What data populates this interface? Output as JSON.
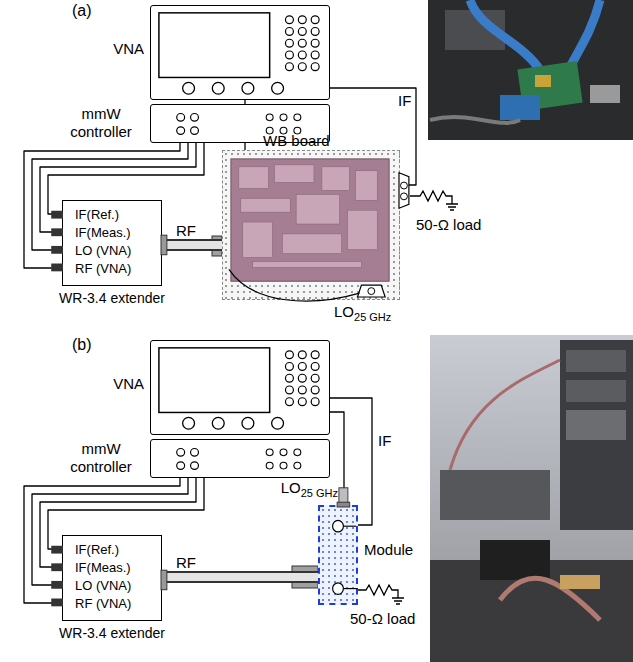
{
  "diagram": {
    "nodes": [
      {
        "text": [
          "VNA"
        ]
      },
      {
        "text": [
          "mmW controller"
        ]
      },
      {
        "text": [
          "IF(Ref.)",
          "IF(Meas.)",
          "LO (VNA)",
          "RF (VNA)",
          "WR-3.4 extender"
        ]
      },
      {
        "text": [
          "WB board"
        ]
      },
      {
        "text": [
          "VNA"
        ]
      },
      {
        "text": [
          "mmW controller"
        ]
      },
      {
        "text": [
          "IF(Ref.)",
          "IF(Meas.)",
          "LO (VNA)",
          "RF (VNA)",
          "WR-3.4 extender"
        ]
      },
      {
        "text": [
          "Module"
        ]
      }
    ],
    "edges": [
      {
        "from": 1,
        "to": 2,
        "arrow": "none"
      },
      {
        "from": 0,
        "to": 3,
        "arrow": "none"
      },
      {
        "from": 0,
        "to": 3,
        "label": "IF",
        "arrow": "none"
      },
      {
        "from": 2,
        "to": 3,
        "label": "RF",
        "arrow": "none"
      },
      {
        "from": 5,
        "to": 6,
        "arrow": "none"
      },
      {
        "from": 4,
        "to": 7,
        "arrow": "none"
      },
      {
        "from": 4,
        "to": 7,
        "label": "IF",
        "arrow": "none"
      },
      {
        "from": 6,
        "to": 7,
        "label": "RF",
        "arrow": "none"
      }
    ],
    "labels": [
      "(a)",
      "LO",
      "25 GHz",
      "50-Ω load",
      "(b)",
      "LO",
      "25 GHz",
      "50-Ω load"
    ]
  }
}
